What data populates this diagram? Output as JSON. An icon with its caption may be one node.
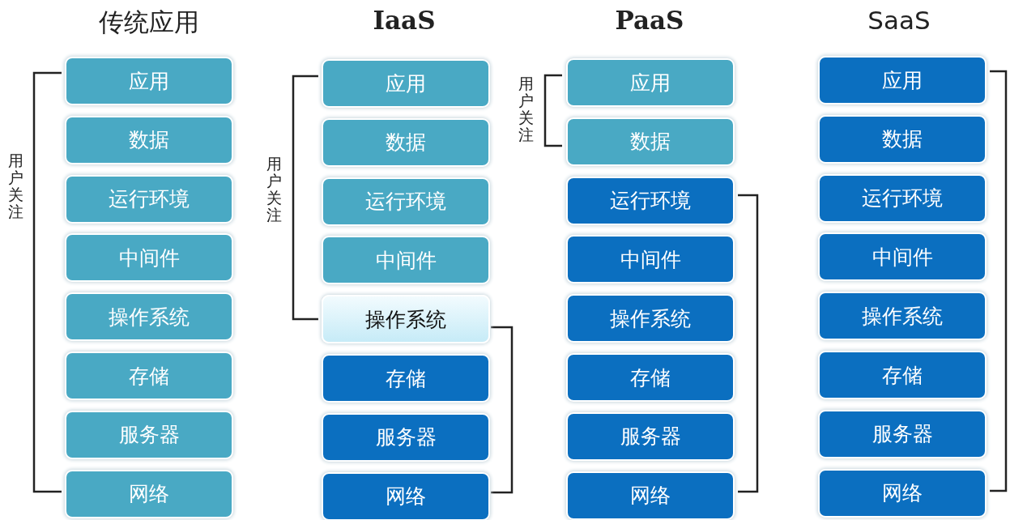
{
  "diagram": {
    "nodes": [
      {
        "text": [
          "应用"
        ]
      },
      {
        "text": [
          "数据"
        ]
      },
      {
        "text": [
          "运行环境"
        ]
      },
      {
        "text": [
          "中间件"
        ]
      },
      {
        "text": [
          "操作系统"
        ]
      },
      {
        "text": [
          "存储"
        ]
      },
      {
        "text": [
          "服务器"
        ]
      },
      {
        "text": [
          "网络"
        ]
      },
      {
        "text": [
          "应用"
        ]
      },
      {
        "text": [
          "数据"
        ]
      },
      {
        "text": [
          "运行环境"
        ]
      },
      {
        "text": [
          "中间件"
        ]
      },
      {
        "text": [
          "操作系统"
        ]
      },
      {
        "text": [
          "存储"
        ]
      },
      {
        "text": [
          "服务器"
        ]
      },
      {
        "text": [
          "网络"
        ]
      },
      {
        "text": [
          "应用"
        ]
      },
      {
        "text": [
          "数据"
        ]
      },
      {
        "text": [
          "运行环境"
        ]
      },
      {
        "text": [
          "中间件"
        ]
      },
      {
        "text": [
          "操作系统"
        ]
      },
      {
        "text": [
          "存储"
        ]
      },
      {
        "text": [
          "服务器"
        ]
      },
      {
        "text": [
          "网络"
        ]
      },
      {
        "text": [
          "应用"
        ]
      },
      {
        "text": [
          "数据"
        ]
      },
      {
        "text": [
          "运行环境"
        ]
      },
      {
        "text": [
          "中间件"
        ]
      },
      {
        "text": [
          "操作系统"
        ]
      },
      {
        "text": [
          "存储"
        ]
      },
      {
        "text": [
          "服务器"
        ]
      },
      {
        "text": [
          "网络"
        ]
      }
    ],
    "labels": [
      "传统应用",
      "IaaS",
      "PaaS",
      "SaaS",
      "用户关注",
      "用户关注",
      "用户关注"
    ]
  }
}
